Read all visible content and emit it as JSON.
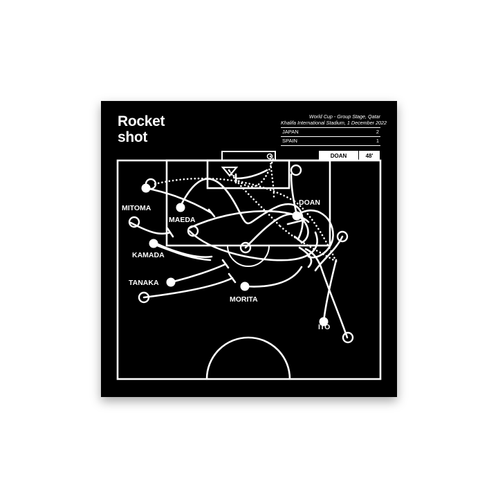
{
  "title_lines": [
    "Rocket",
    "shot"
  ],
  "match": {
    "competition": "World Cup - Group Stage, Qatar",
    "venue": "Khalifa International Stadium, 1 December 2022",
    "teams": [
      {
        "name": "JAPAN",
        "score": "2"
      },
      {
        "name": "SPAIN",
        "score": "1"
      }
    ]
  },
  "event": {
    "player": "DOAN",
    "minute": "48'"
  },
  "players": {
    "mitoma": "MITOMA",
    "maeda": "MAEDA",
    "doan": "DOAN",
    "kamada": "KAMADA",
    "tanaka": "TANAKA",
    "morita": "MORITA",
    "ito": "ITO"
  },
  "colors": {
    "background": "#000000",
    "lines": "#ffffff",
    "page": "#ffffff"
  }
}
